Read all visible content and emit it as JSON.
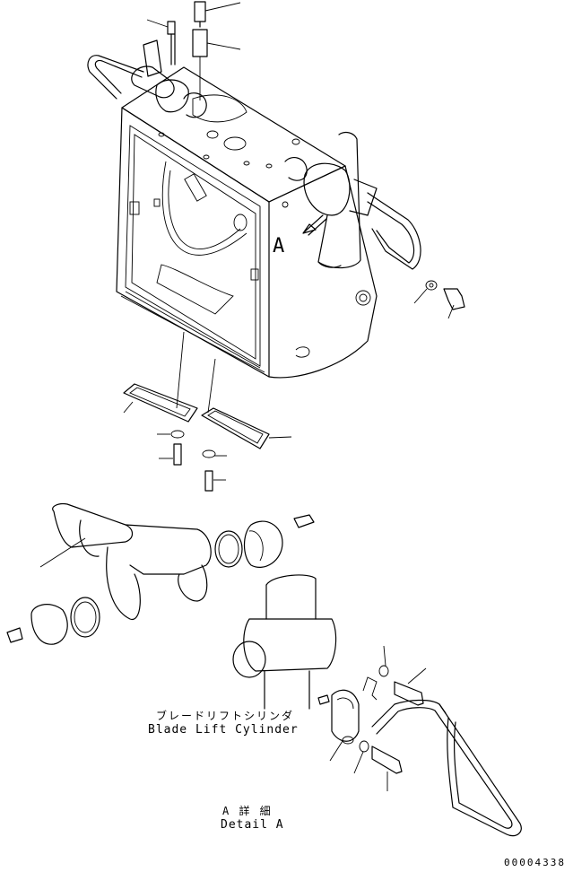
{
  "callouts": {
    "detail_marker": "A"
  },
  "cylinder_label": {
    "japanese": "ブレードリフトシリンダ",
    "english": "Blade Lift Cylinder"
  },
  "detail_label": {
    "japanese": "A 詳 細",
    "english": "Detail A"
  },
  "drawing_code": "00004338"
}
